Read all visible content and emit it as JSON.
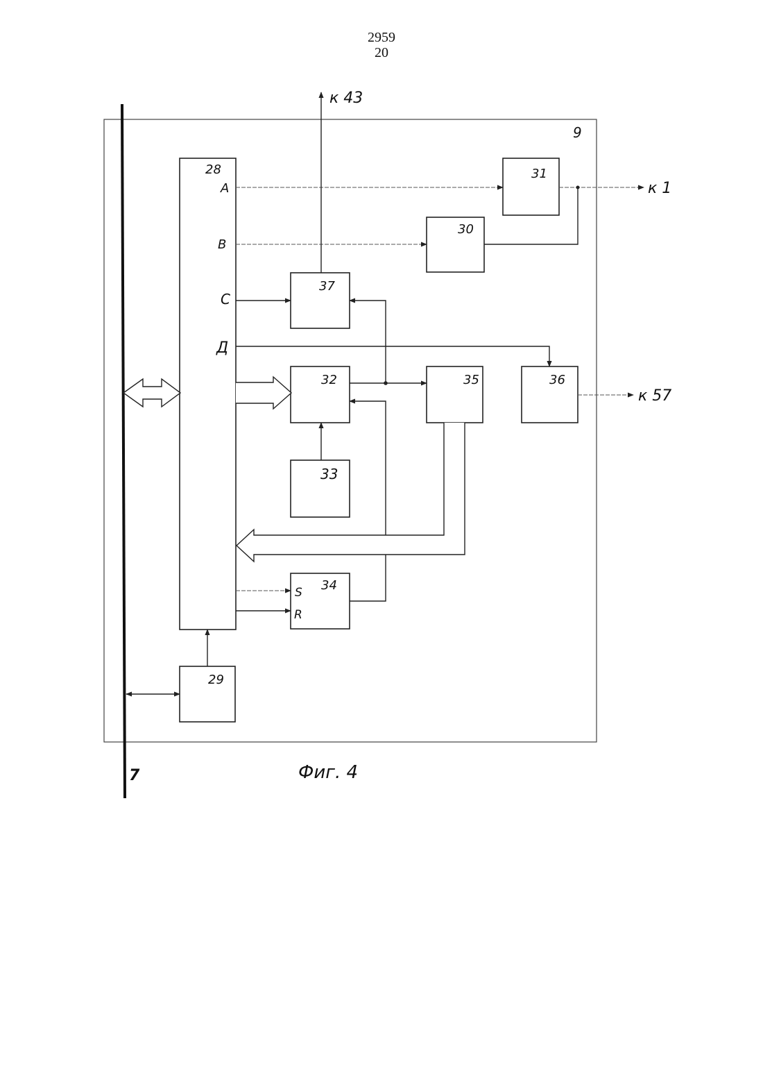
{
  "header": {
    "page_number": "2959",
    "sheet_number": "20"
  },
  "frame": {
    "label": "9"
  },
  "bus": {
    "label": "7"
  },
  "blocks": {
    "b28": {
      "label": "28",
      "inputs": [
        "A",
        "B",
        "C",
        "Д"
      ]
    },
    "b29": {
      "label": "29"
    },
    "b30": {
      "label": "30"
    },
    "b31": {
      "label": "31"
    },
    "b32": {
      "label": "32"
    },
    "b33": {
      "label": "33"
    },
    "b34": {
      "label": "34",
      "pins": [
        "S",
        "R"
      ]
    },
    "b35": {
      "label": "35"
    },
    "b36": {
      "label": "36"
    },
    "b37": {
      "label": "37"
    }
  },
  "outputs": {
    "to43": "к 43",
    "to1": "к 1",
    "to57": "к 57"
  },
  "caption": "Фиг. 4"
}
